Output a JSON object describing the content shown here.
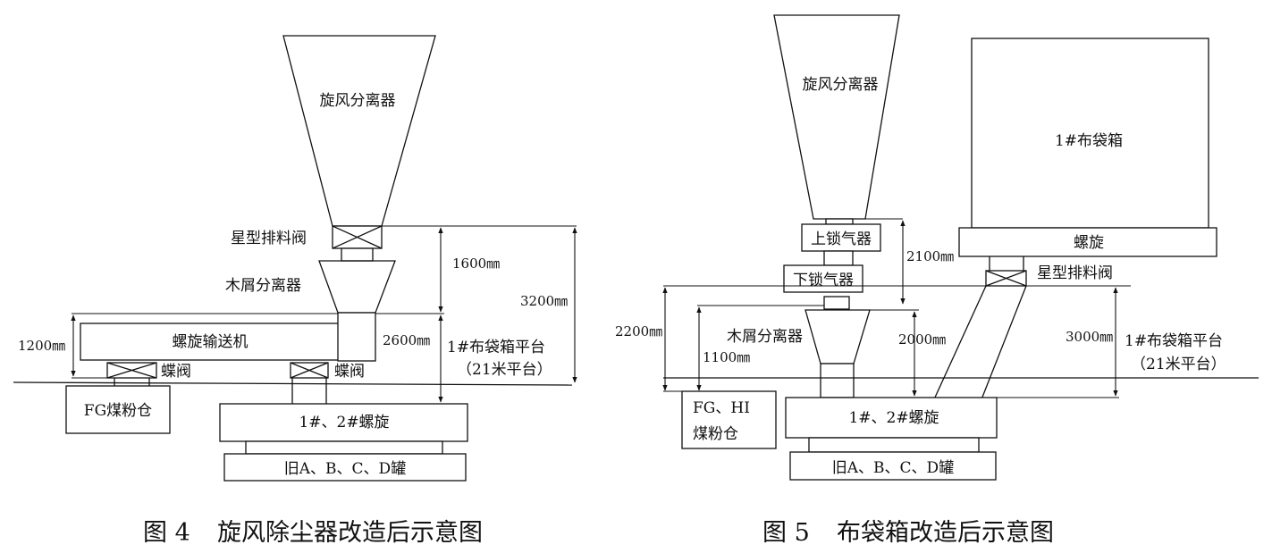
{
  "fig4": {
    "cyclone": "旋风分离器",
    "star_valve": "星型排料阀",
    "sawdust_sep": "木屑分离器",
    "screw_conveyor": "螺旋输送机",
    "butterfly_valve_1": "蝶阀",
    "butterfly_valve_2": "蝶阀",
    "coal_bin": "FG煤粉仓",
    "screw_12": "1#、2#螺旋",
    "tanks": "旧A、B、C、D罐",
    "dim_1600": "1600㎜",
    "dim_3200": "3200㎜",
    "dim_2600": "2600㎜",
    "dim_1200": "1200㎜",
    "platform": "1#布袋箱平台",
    "platform_sub": "（21米平台）",
    "caption_num": "图 4",
    "caption_text": "旋风除尘器改造后示意图"
  },
  "fig5": {
    "cyclone": "旋风分离器",
    "bag_box": "1#布袋箱",
    "screw": "螺旋",
    "upper_lock": "上锁气器",
    "lower_lock": "下锁气器",
    "star_valve": "星型排料阀",
    "sawdust_sep": "木屑分离器",
    "dim_2100": "2100㎜",
    "dim_2200": "2200㎜",
    "dim_1100": "1100㎜",
    "dim_2000": "2000㎜",
    "dim_3000": "3000㎜",
    "platform": "1#布袋箱平台",
    "platform_sub": "（21米平台）",
    "coal_bin_l1": "FG、HI",
    "coal_bin_l2": "煤粉仓",
    "screw_12": "1#、2#螺旋",
    "tanks": "旧A、B、C、D罐",
    "caption_num": "图 5",
    "caption_text": "布袋箱改造后示意图"
  }
}
